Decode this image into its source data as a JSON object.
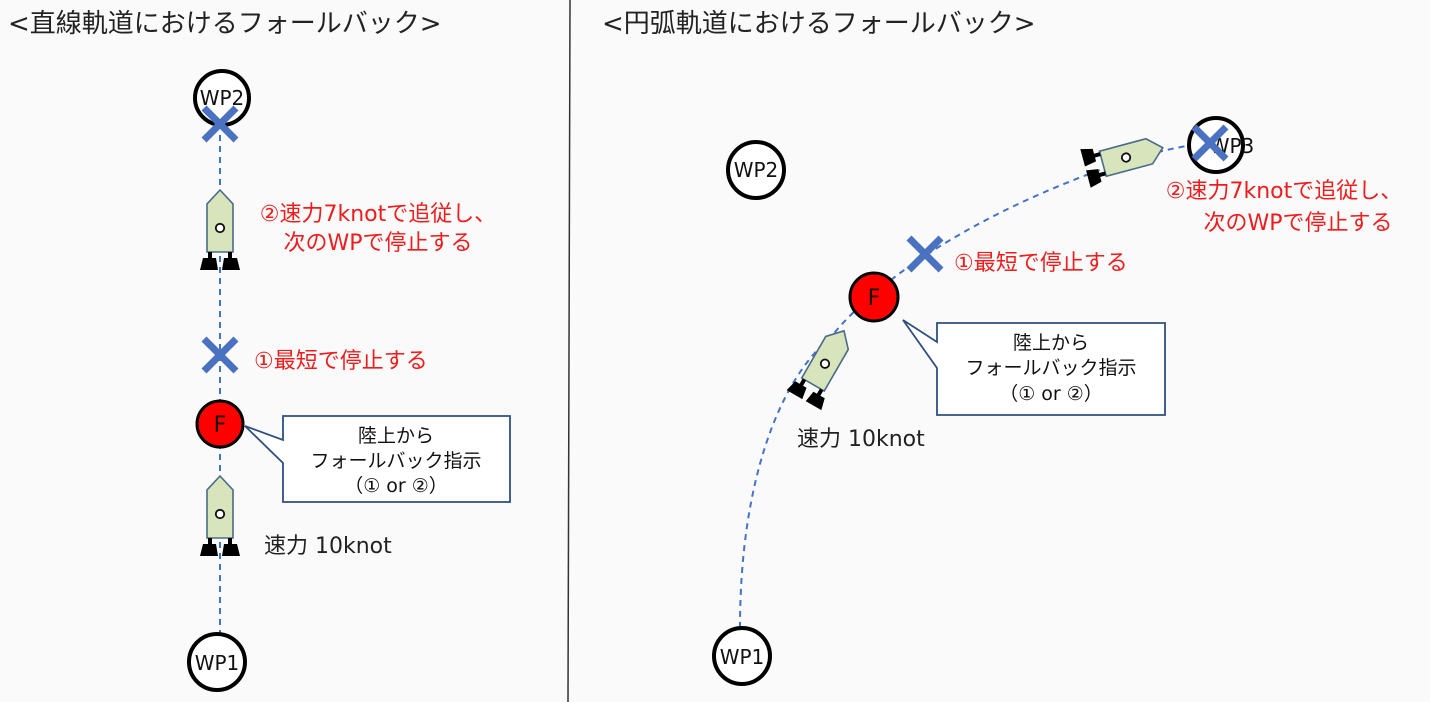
{
  "left": {
    "title": "<直線軌道におけるフォールバック>",
    "wp1": "WP1",
    "wp2": "WP2",
    "fallback_marker": "F",
    "step2_line1": "②速力7knotで追従し、",
    "step2_line2": "次のWPで停止する",
    "step1": "①最短で停止する",
    "speed": "速力 10knot",
    "callout_line1": "陸上から",
    "callout_line2": "フォールバック指示",
    "callout_line3": "（① or ②）"
  },
  "right": {
    "title": "<円弧軌道におけるフォールバック>",
    "wp1": "WP1",
    "wp2": "WP2",
    "wp3": "WP3",
    "fallback_marker": "F",
    "step2_line1": "②速力7knotで追従し、",
    "step2_line2": "次のWPで停止する",
    "step1": "①最短で停止する",
    "speed": "速力 10knot",
    "callout_line1": "陸上から",
    "callout_line2": "フォールバック指示",
    "callout_line3": "（① or ②）"
  },
  "colors": {
    "path": "#4472c4",
    "cross": "#4a72c0",
    "fallback": "#ff0000",
    "annotation": "#ee1c1c",
    "boat_fill": "#d8e4bc",
    "boat_stroke": "#4a6b8a",
    "callout_border": "#2f4f7f"
  }
}
